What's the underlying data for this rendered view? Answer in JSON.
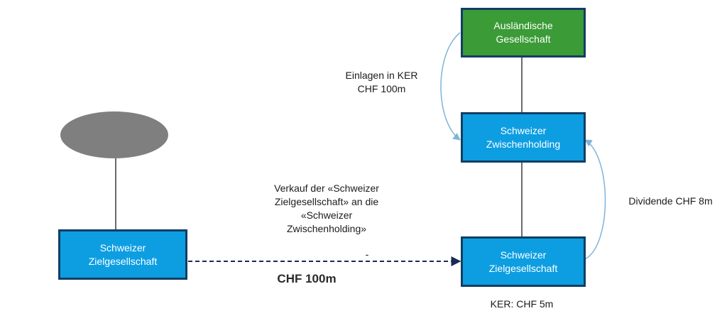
{
  "colors": {
    "box_fill": "#0d9ee2",
    "box_border": "#123e63",
    "foreign_fill": "#3b9b37",
    "ellipse_fill": "#7f7f7f",
    "arrow": "#7fb3d9",
    "dashed_arrow": "#1a2a52"
  },
  "left": {
    "target_company": "Schweizer\nZielgesellschaft"
  },
  "right": {
    "foreign_company": "Ausländische\nGesellschaft",
    "holding": "Schweizer\nZwischenholding",
    "target_company": "Schweizer\nZielgesellschaft",
    "ker_note": "KER: CHF 5m"
  },
  "labels": {
    "contribution": "Einlagen in KER\nCHF 100m",
    "dividend": "Dividende CHF 8m",
    "sale": "Verkauf der «Schweizer\nZielgesellschaft» an die\n«Schweizer\nZwischenholding»",
    "price": "CHF 100m",
    "dash_mark": "-"
  }
}
